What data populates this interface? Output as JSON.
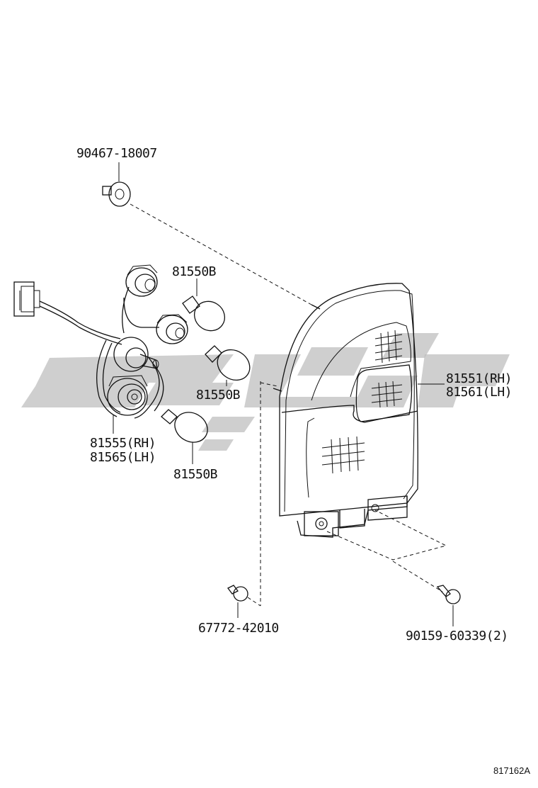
{
  "labels": {
    "clip": "90467-18007",
    "bulb_top": "81550B",
    "bulb_mid": "81550B",
    "bulb_bottom": "81550B",
    "socket_rh": "81555(RH)",
    "socket_lh": "81565(LH)",
    "lamp_rh": "81551(RH)",
    "lamp_lh": "81561(LH)",
    "nut": "67772-42010",
    "screw": "90159-60339(2)"
  },
  "diagram_code": "817162A",
  "colors": {
    "line": "#111111",
    "watermark": "#bdbdbd"
  }
}
